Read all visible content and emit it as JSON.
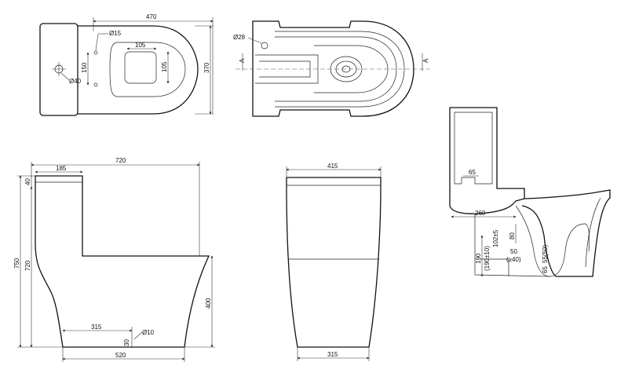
{
  "top_view": {
    "dim_470": "470",
    "dim_370": "370",
    "dim_150": "150",
    "dim_105_h": "105",
    "dim_105_v": "105",
    "dia_15": "Ø15",
    "dia_40": "Ø40"
  },
  "top_detail": {
    "dia_28": "Ø28",
    "section_left": "A",
    "section_right": "A"
  },
  "side_view": {
    "dim_720_h": "720",
    "dim_185": "185",
    "dim_750": "750",
    "dim_720_v": "720",
    "dim_40": "40",
    "dim_400": "400",
    "dim_315": "315",
    "dim_30": "30",
    "dia_10": "Ø10",
    "dim_520": "520"
  },
  "front_view": {
    "dim_415": "415",
    "dim_315": "315"
  },
  "section_view": {
    "dim_65_top": "65",
    "dim_260": "260",
    "dim_190": "190",
    "dim_190_range": "(190±10)",
    "dim_102": "102±5",
    "dim_80": "80",
    "dim_50": "50",
    "dim_ge_40": "(≥40)",
    "dim_55": "55(50)",
    "dim_65_bottom": "65"
  }
}
